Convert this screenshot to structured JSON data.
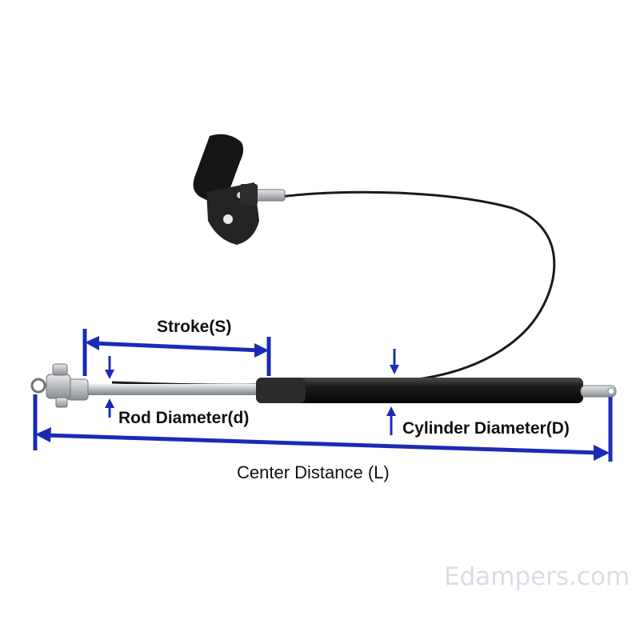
{
  "labels": {
    "stroke": "Stroke(S)",
    "rod_diameter": "Rod Diameter(d)",
    "cylinder_diameter": "Cylinder Diameter(D)",
    "center_distance": "Center Distance (L)"
  },
  "watermark": "Edampers.com",
  "colors": {
    "dimension": "#1c2bb5",
    "cylinder": "#1a1a1a",
    "rod": "#c9ccd0",
    "background": "#ffffff"
  },
  "icons": {
    "handle": "lever-handle-icon",
    "cable": "release-cable-icon",
    "end_fitting_left": "clevis-end-icon",
    "end_fitting_right": "eyelet-end-icon"
  }
}
